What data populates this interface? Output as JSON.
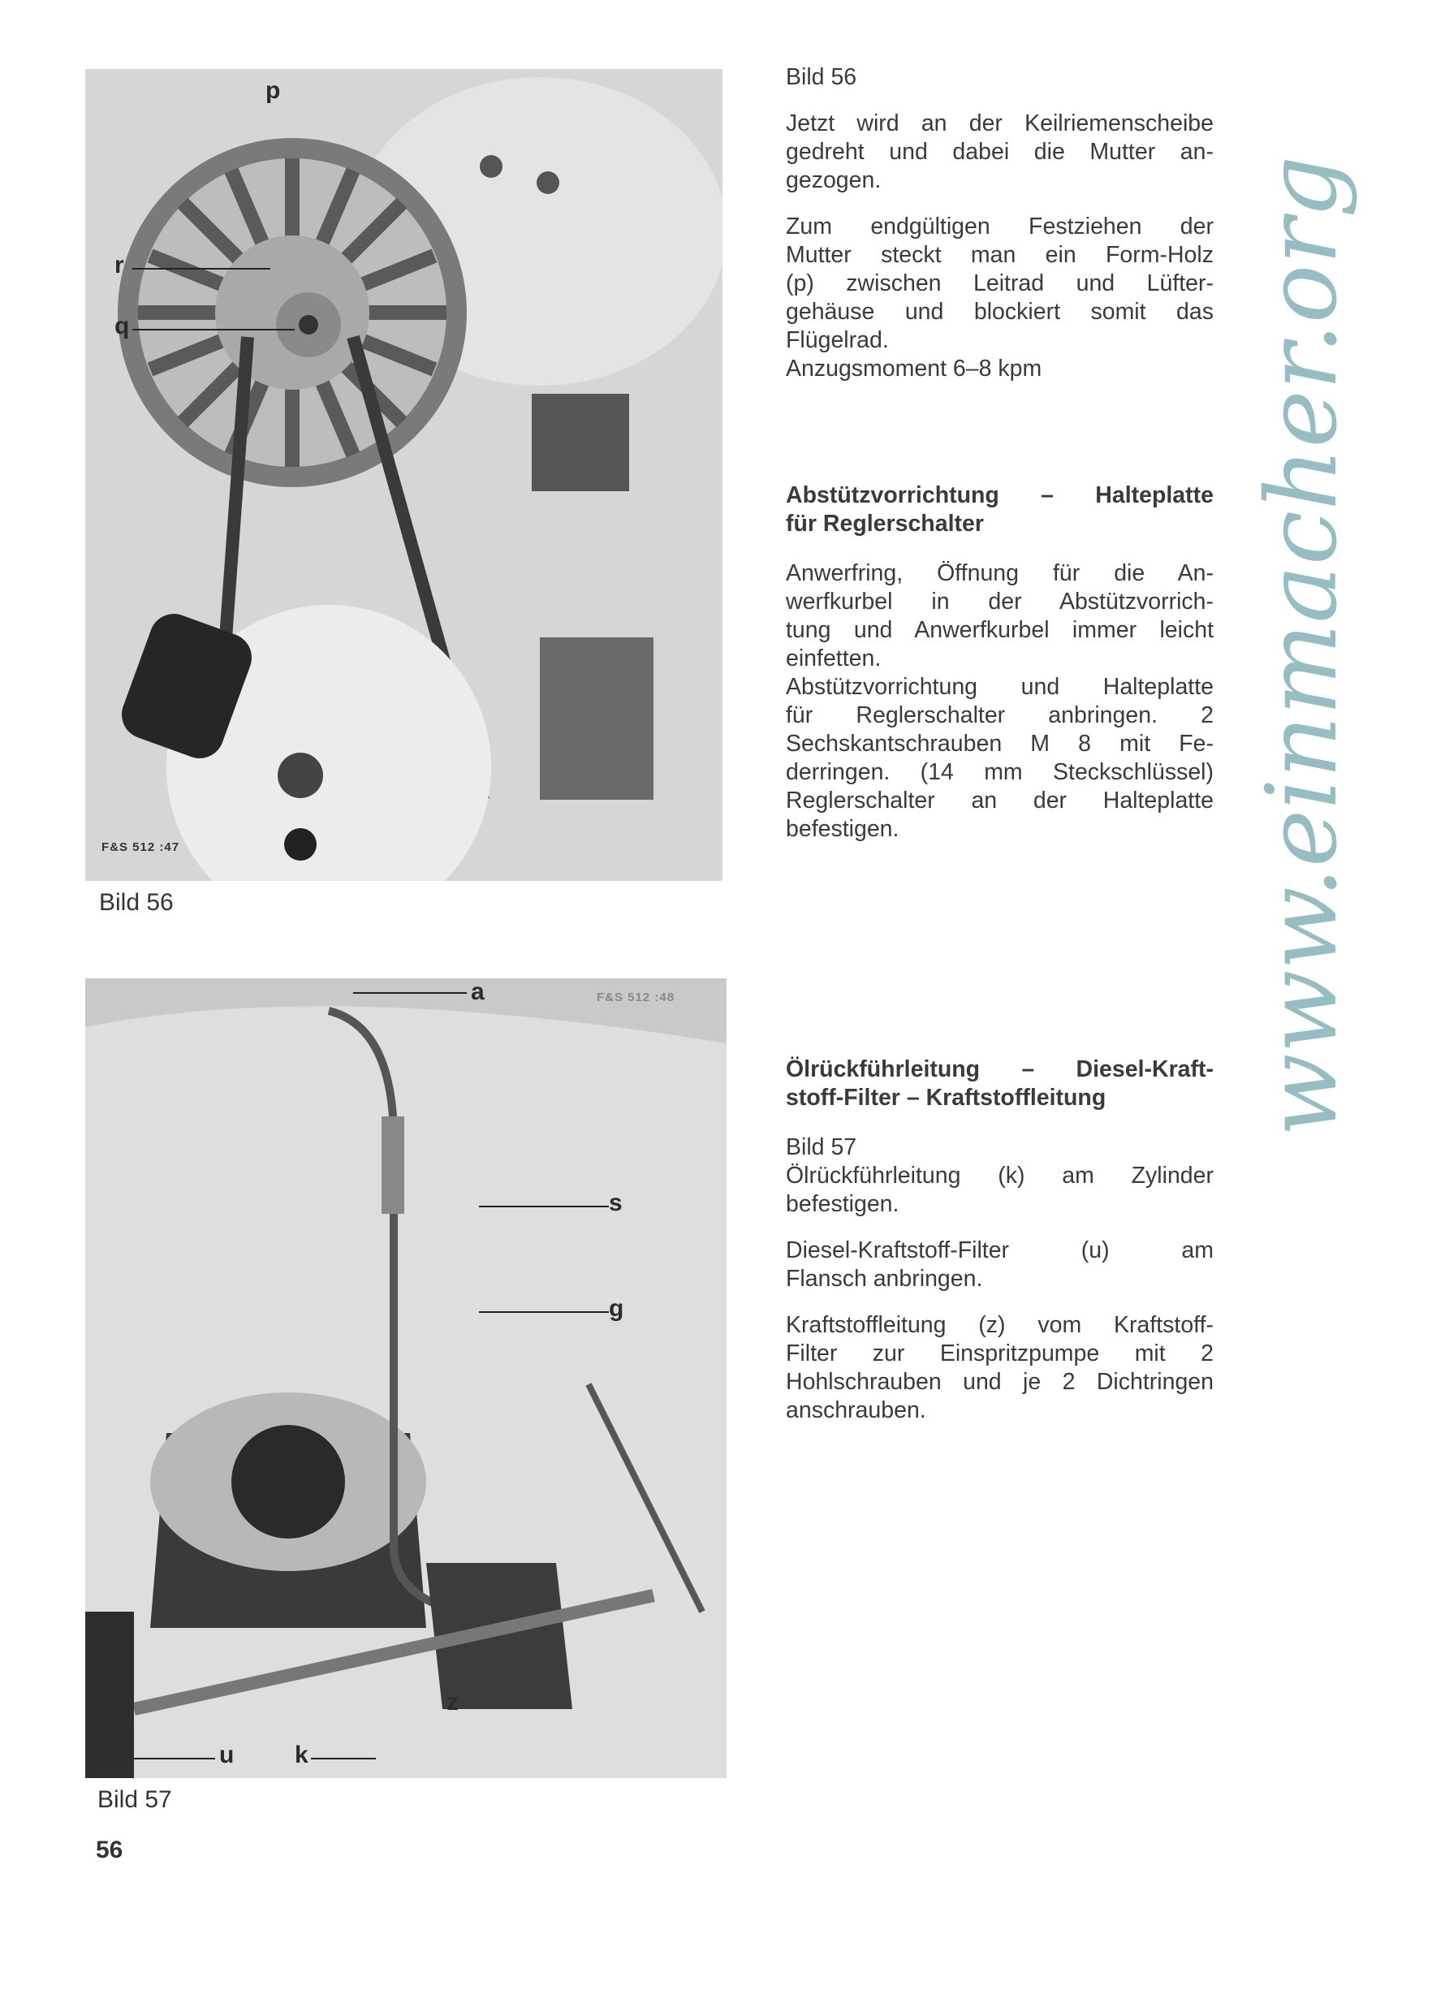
{
  "figure56": {
    "caption": "Bild 56",
    "stamp": "F&S 512 :47",
    "labels": {
      "p": "p",
      "r": "r",
      "q": "q"
    }
  },
  "figure57": {
    "caption": "Bild 57",
    "stamp": "F&S 512 :48",
    "labels": {
      "a": "a",
      "s": "s",
      "g": "g",
      "z": "z",
      "u": "u",
      "k": "k"
    }
  },
  "sections": [
    {
      "top": "ref",
      "blocks": [
        {
          "type": "text",
          "lines": [
            "Bild 56"
          ]
        },
        {
          "type": "text",
          "lines": [
            "Jetzt wird an der Keilriemenscheibe",
            "gedreht und dabei die Mutter an-",
            "gezogen."
          ]
        },
        {
          "type": "text",
          "lines": [
            "Zum endgültigen Festziehen der",
            "Mutter steckt man ein Form-Holz",
            "(p) zwischen Leitrad und Lüfter-",
            "gehäuse und blockiert somit das",
            "Flügelrad.",
            "Anzugsmoment 6–8 kpm"
          ]
        }
      ]
    },
    {
      "blocks": [
        {
          "type": "heading",
          "lines": [
            "Abstützvorrichtung – Halteplatte",
            "für Reglerschalter"
          ]
        },
        {
          "type": "text",
          "lines": [
            "Anwerfring, Öffnung für die An-",
            "werfkurbel in der Abstützvorrich-",
            "tung und Anwerfkurbel immer leicht",
            "einfetten.",
            "Abstützvorrichtung und Halteplatte",
            "für Reglerschalter anbringen. 2",
            "Sechskantschrauben M 8 mit Fe-",
            "derringen. (14 mm Steckschlüssel)",
            "Reglerschalter an der Halteplatte",
            "befestigen."
          ]
        }
      ]
    },
    {
      "blocks": [
        {
          "type": "heading",
          "lines": [
            "Ölrückführleitung – Diesel-Kraft-",
            "stoff-Filter – Kraftstoffleitung"
          ]
        },
        {
          "type": "text",
          "lines": [
            "Bild 57",
            "Ölrückführleitung (k) am Zylinder",
            "befestigen."
          ]
        },
        {
          "type": "text",
          "lines": [
            "Diesel-Kraftstoff-Filter (u) am",
            "Flansch anbringen."
          ]
        },
        {
          "type": "text",
          "lines": [
            "Kraftstoffleitung (z) vom Kraftstoff-",
            "Filter zur Einspritzpumpe mit 2",
            "Hohlschrauben und je 2 Dichtringen",
            "anschrauben."
          ]
        }
      ]
    }
  ],
  "page_number": "56",
  "watermark": "www.einmacher.org"
}
